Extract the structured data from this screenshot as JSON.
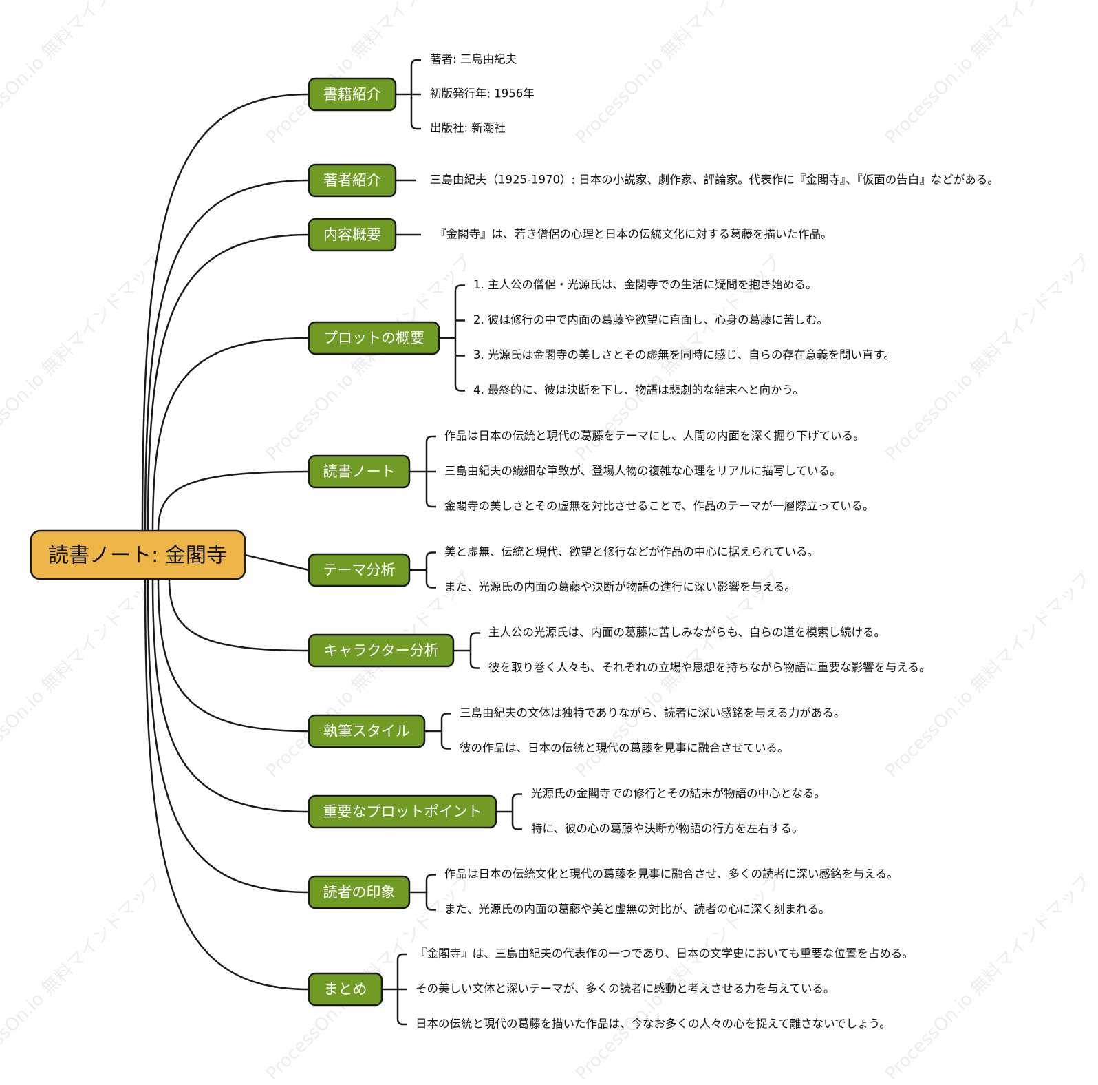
{
  "watermark": "ProcessOn.io 無料マインドマップ",
  "colors": {
    "root_fill": "#EDB548",
    "branch_fill": "#709B24",
    "stroke": "#1a1a1a",
    "branch_text": "#ffffff",
    "text": "#111111"
  },
  "root": {
    "label": "読書ノート: 金閣寺"
  },
  "branches": [
    {
      "label": "書籍紹介",
      "items": [
        "著者: 三島由紀夫",
        "初版発行年: 1956年",
        "出版社: 新潮社"
      ]
    },
    {
      "label": "著者紹介",
      "items": [
        "三島由紀夫（1925-1970）: 日本の小説家、劇作家、評論家。代表作に『金閣寺』、『仮面の告白』などがある。"
      ]
    },
    {
      "label": "内容概要",
      "items": [
        "『金閣寺』は、若き僧侶の心理と日本の伝統文化に対する葛藤を描いた作品。"
      ]
    },
    {
      "label": "プロットの概要",
      "items": [
        "1. 主人公の僧侶・光源氏は、金閣寺での生活に疑問を抱き始める。",
        "2. 彼は修行の中で内面の葛藤や欲望に直面し、心身の葛藤に苦しむ。",
        "3. 光源氏は金閣寺の美しさとその虚無を同時に感じ、自らの存在意義を問い直す。",
        "4. 最終的に、彼は決断を下し、物語は悲劇的な結末へと向かう。"
      ]
    },
    {
      "label": "読書ノート",
      "items": [
        "作品は日本の伝統と現代の葛藤をテーマにし、人間の内面を深く掘り下げている。",
        "三島由紀夫の繊細な筆致が、登場人物の複雑な心理をリアルに描写している。",
        "金閣寺の美しさとその虚無を対比させることで、作品のテーマが一層際立っている。"
      ]
    },
    {
      "label": "テーマ分析",
      "items": [
        "美と虚無、伝統と現代、欲望と修行などが作品の中心に据えられている。",
        "また、光源氏の内面の葛藤や決断が物語の進行に深い影響を与える。"
      ]
    },
    {
      "label": "キャラクター分析",
      "items": [
        "主人公の光源氏は、内面の葛藤に苦しみながらも、自らの道を模索し続ける。",
        "彼を取り巻く人々も、それぞれの立場や思想を持ちながら物語に重要な影響を与える。"
      ]
    },
    {
      "label": "執筆スタイル",
      "items": [
        "三島由紀夫の文体は独特でありながら、読者に深い感銘を与える力がある。",
        "彼の作品は、日本の伝統と現代の葛藤を見事に融合させている。"
      ]
    },
    {
      "label": "重要なプロットポイント",
      "items": [
        "光源氏の金閣寺での修行とその結末が物語の中心となる。",
        "特に、彼の心の葛藤や決断が物語の行方を左右する。"
      ]
    },
    {
      "label": "読者の印象",
      "items": [
        "作品は日本の伝統文化と現代の葛藤を見事に融合させ、多くの読者に深い感銘を与える。",
        "また、光源氏の内面の葛藤や美と虚無の対比が、読者の心に深く刻まれる。"
      ]
    },
    {
      "label": "まとめ",
      "items": [
        "『金閣寺』は、三島由紀夫の代表作の一つであり、日本の文学史においても重要な位置を占める。",
        "その美しい文体と深いテーマが、多くの読者に感動と考えさせる力を与えている。",
        "日本の伝統と現代の葛藤を描いた作品は、今なお多くの人々の心を捉えて離さないでしょう。"
      ]
    }
  ]
}
